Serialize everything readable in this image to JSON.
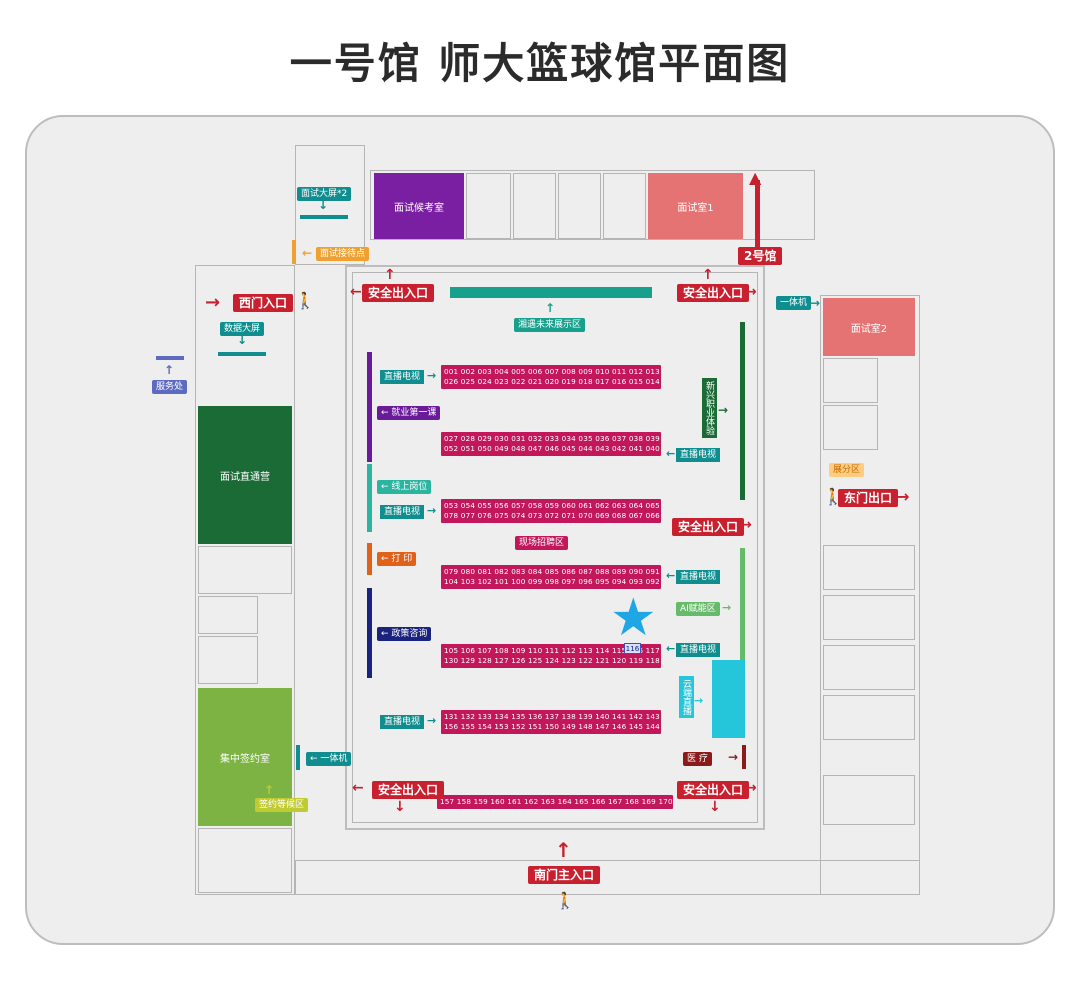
{
  "title": "一号馆 师大篮球馆平面图",
  "rooms": {
    "wait_room": "面试候考室",
    "interview1": "面试室1",
    "interview2": "面试室2",
    "direct_camp": "面试直通营",
    "sign_room": "集中签约室"
  },
  "labels": {
    "big_screen2": "面试大屏*2",
    "reception": "面试接待点",
    "hall2": "2号馆",
    "west_entry": "西门入口",
    "data_screen": "数据大屏",
    "service": "服务处",
    "future_zone": "湘遇未来展示区",
    "kiosk_top": "一体机",
    "live_tv": "直播电视",
    "first_lesson": "就业第一课",
    "new_career": "新兴职业体验",
    "online_jobs": "线上岗位",
    "onsite": "现场招聘区",
    "print": "打 印",
    "policy": "政策咨询",
    "ai_zone": "AI赋能区",
    "cloud_live": "云端直播",
    "kiosk_left": "一体机",
    "sign_wait": "签约等候区",
    "medical": "医 疗",
    "east_exit": "东门出口",
    "rest": "展分区",
    "south_entry": "南门主入口",
    "safe_exit": "安全出入口"
  },
  "booths": {
    "r1a": "001 002 003 004 005 006 007 008 009 010 011 012 013",
    "r1b": "026 025 024 023 022 021 020 019 018 017 016 015 014",
    "r2a": "027 028 029 030 031 032 033 034 035 036 037 038 039",
    "r2b": "052 051 050 049 048 047 046 045 044 043 042 041 040",
    "r3a": "053 054 055 056 057 058 059 060 061 062 063 064 065",
    "r3b": "078 077 076 075 074 073 072 071 070 069 068 067 066",
    "r4a": "079 080 081 082 083 084 085 086 087 088 089 090 091",
    "r4b": "104 103 102 101 100 099 098 097 096 095 094 093 092",
    "r5a": "105 106 107 108 109 110 111 112 113 114 115 116 117",
    "r5b": "130 129 128 127 126 125 124 123 122 121 120 119 118",
    "r6a": "131 132 133 134 135 136 137 138 139 140 141 142 143",
    "r6b": "156 155 154 153 152 151 150 149 148 147 146 145 144",
    "r7": "157 158 159 160 161 162 163 164 165 166 167 168 169 170"
  },
  "highlight_booth": "116",
  "colors": {
    "booth": "#c2185b",
    "teal": "#0f8d8f",
    "exit_red": "#c8202e",
    "purple": "#7b1fa2",
    "salmon": "#e57373",
    "dark_green": "#1b6b36",
    "light_green": "#7cb342",
    "cyan": "#26c6da",
    "star": "#1ea7e4"
  }
}
